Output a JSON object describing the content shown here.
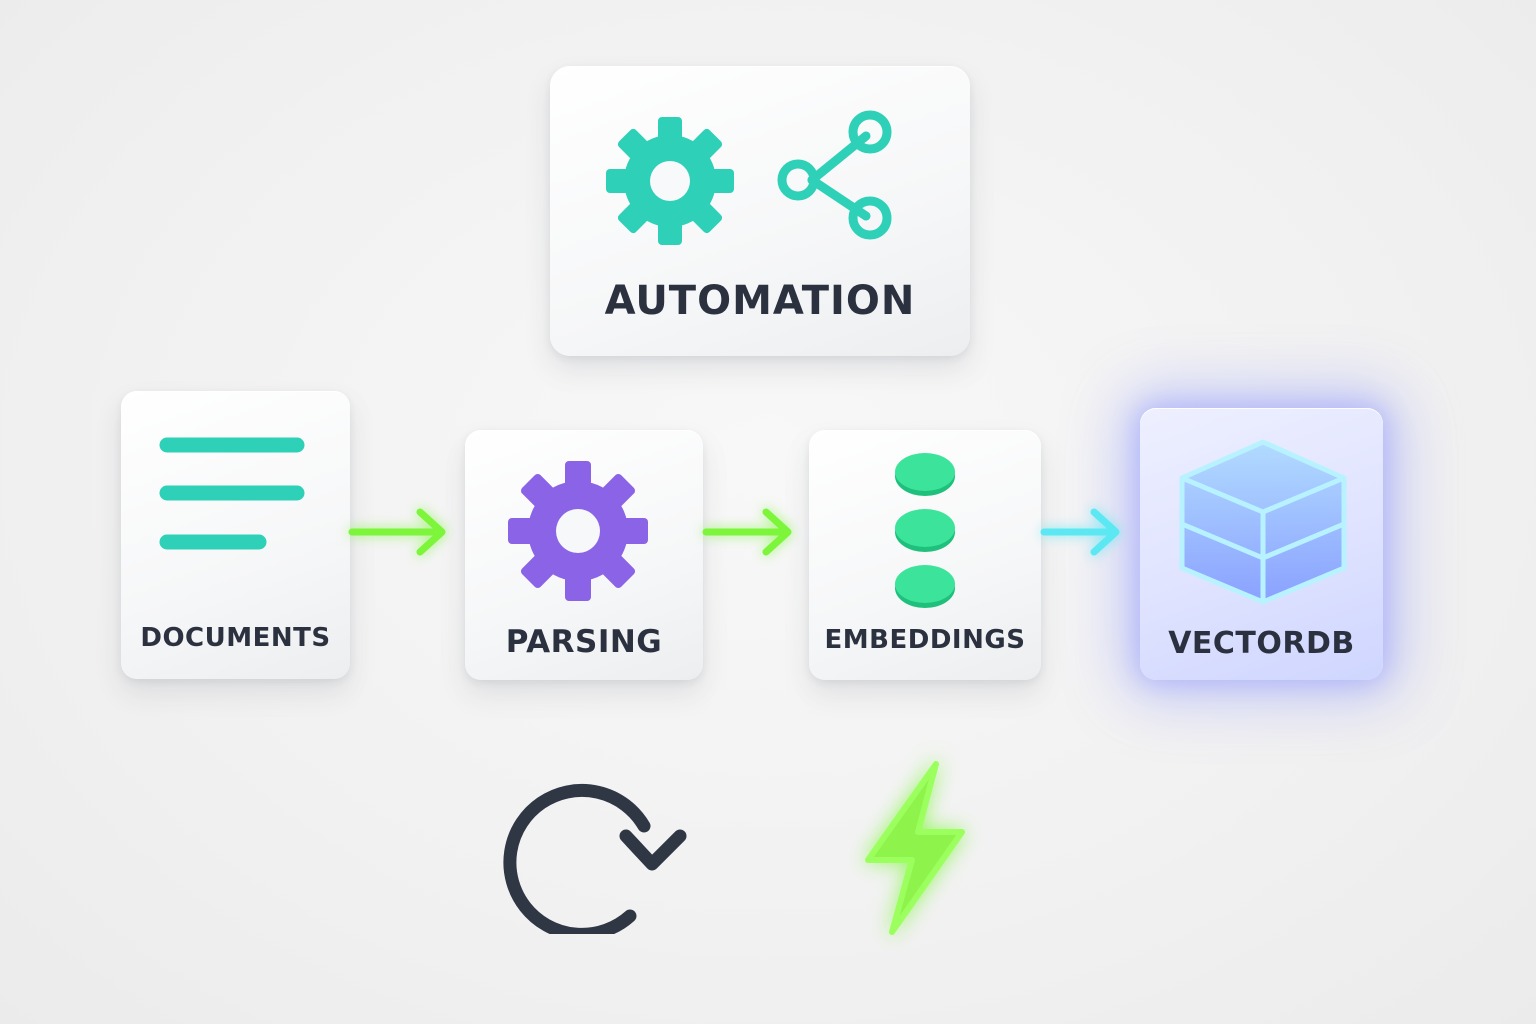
{
  "nodes": {
    "automation": {
      "label": "AUTOMATION",
      "icons": [
        "gear-icon",
        "share-icon"
      ]
    },
    "documents": {
      "label": "DOCUMENTS",
      "icon": "document-lines-icon"
    },
    "parsing": {
      "label": "PARSING",
      "icon": "gear-icon"
    },
    "embeddings": {
      "label": "EMBEDDINGS",
      "icon": "stacked-discs-icon"
    },
    "vectordb": {
      "label": "VECTORDB",
      "icon": "database-cube-icon"
    }
  },
  "edges": [
    {
      "from": "documents",
      "to": "parsing"
    },
    {
      "from": "parsing",
      "to": "embeddings"
    },
    {
      "from": "embeddings",
      "to": "vectordb"
    }
  ],
  "extra_icons": [
    "refresh-icon",
    "lightning-icon"
  ],
  "colors": {
    "teal": "#2ed1b8",
    "purple": "#8b63e6",
    "green": "#2fd98f",
    "lime": "#7cf53a",
    "cyan": "#5ce8f2",
    "indigo": "#6f7dff",
    "text": "#2c3140"
  }
}
